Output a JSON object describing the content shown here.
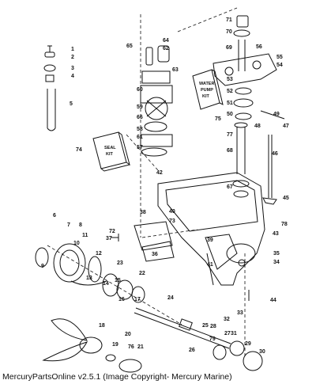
{
  "caption": "MercuryPartsOnline v2.5.1 (Image Copyright- Mercury Marine)",
  "kits": {
    "water_pump": [
      "WATER",
      "PUMP",
      "KIT"
    ],
    "seal": [
      "SEAL",
      "KIT"
    ]
  },
  "labels": [
    "1",
    "2",
    "3",
    "4",
    "5",
    "6",
    "7",
    "8",
    "9",
    "10",
    "11",
    "12",
    "13",
    "14",
    "15",
    "16",
    "17",
    "18",
    "19",
    "20",
    "21",
    "22",
    "23",
    "24",
    "25",
    "26",
    "27",
    "28",
    "29",
    "30",
    "31",
    "32",
    "33",
    "34",
    "35",
    "36",
    "37",
    "38",
    "39",
    "40",
    "41",
    "42",
    "43",
    "44",
    "45",
    "46",
    "47",
    "48",
    "49",
    "50",
    "51",
    "52",
    "53",
    "54",
    "55",
    "56",
    "57",
    "58",
    "59",
    "60",
    "61",
    "62",
    "63",
    "64",
    "65",
    "66",
    "67",
    "68",
    "69",
    "70",
    "71",
    "72",
    "73",
    "74",
    "75",
    "76",
    "77",
    "78",
    "79"
  ]
}
